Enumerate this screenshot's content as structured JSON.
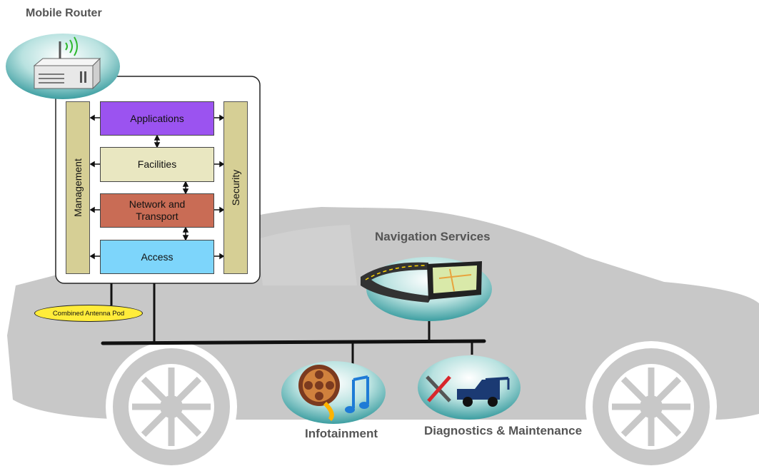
{
  "title": "Mobile Router",
  "stack": {
    "layers": [
      "Applications",
      "Facilities",
      "Network and Transport",
      "Access"
    ],
    "left_bar": "Management",
    "right_bar": "Security"
  },
  "antenna_pod": "Combined Antenna Pod",
  "nodes": {
    "navigation": "Navigation Services",
    "infotainment": "Infotainment",
    "diagnostics": "Diagnostics & Maintenance"
  },
  "colors": {
    "applications": "#9b53f0",
    "facilities": "#e9e7c1",
    "network_transport": "#c96c55",
    "access": "#7dd5fb",
    "side_bars": "#d6cf95",
    "antenna_pod": "#ffec3a",
    "car_silhouette": "#c8c8c8",
    "bubble": "#3d9ea1"
  }
}
